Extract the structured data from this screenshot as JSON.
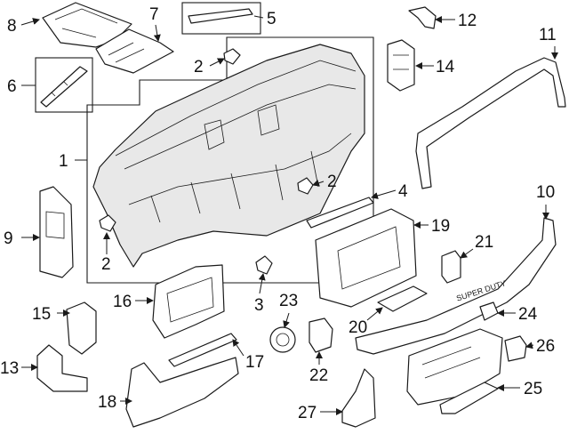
{
  "callouts": {
    "c1": "1",
    "c2a": "2",
    "c2b": "2",
    "c2c": "2",
    "c3": "3",
    "c4": "4",
    "c5": "5",
    "c6": "6",
    "c7": "7",
    "c8": "8",
    "c9": "9",
    "c10": "10",
    "c11": "11",
    "c12": "12",
    "c13": "13",
    "c14": "14",
    "c15": "15",
    "c16": "16",
    "c17": "17",
    "c18": "18",
    "c19": "19",
    "c20": "20",
    "c21": "21",
    "c22": "22",
    "c23": "23",
    "c24": "24",
    "c25": "25",
    "c26": "26",
    "c27": "27"
  },
  "panel_lettering": "SUPER DUTY"
}
